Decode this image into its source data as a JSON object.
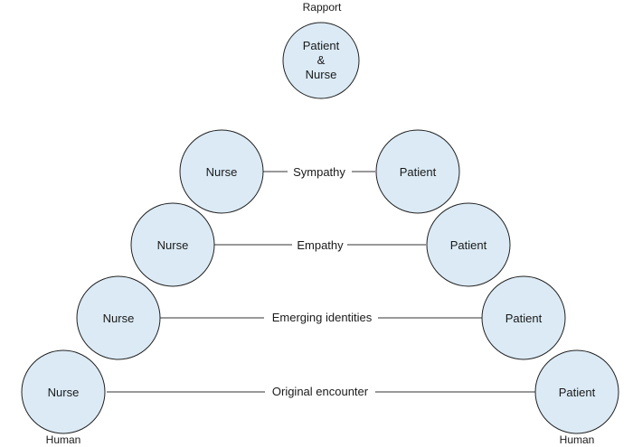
{
  "diagram": {
    "top_label": "Rapport",
    "top_node": {
      "lines": [
        "Patient",
        "&",
        "Nurse"
      ]
    },
    "levels": [
      {
        "left": "Nurse",
        "connector": "Sympathy",
        "right": "Patient"
      },
      {
        "left": "Nurse",
        "connector": "Empathy",
        "right": "Patient"
      },
      {
        "left": "Nurse",
        "connector": "Emerging identities",
        "right": "Patient"
      },
      {
        "left": "Nurse",
        "connector": "Original encounter",
        "right": "Patient"
      }
    ],
    "bottom_left_label": "Human",
    "bottom_right_label": "Human"
  },
  "colors": {
    "node_fill": "#dbeaf5",
    "node_stroke": "#222222",
    "line": "#333333",
    "text": "#1a1a1a"
  }
}
